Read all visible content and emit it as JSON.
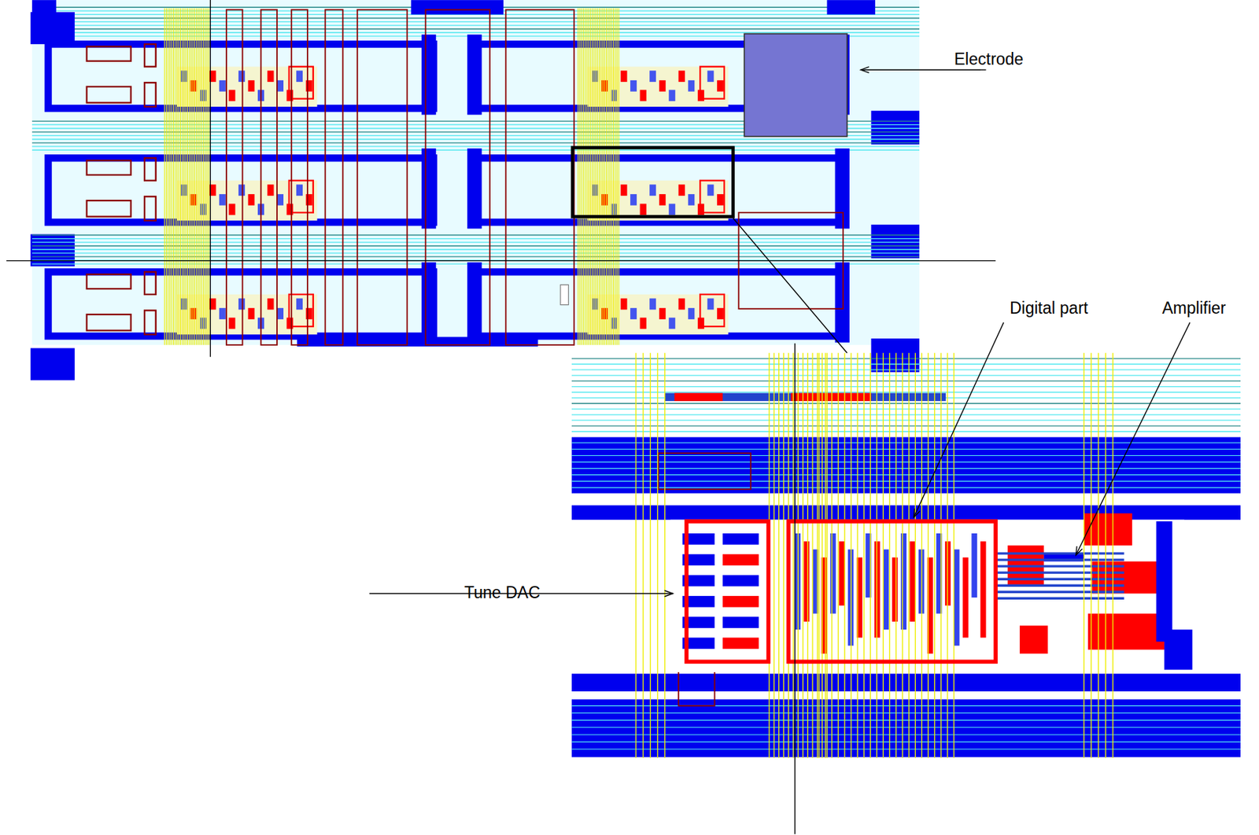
{
  "diagram": {
    "labels": [
      "Electrode",
      "Digital part",
      "Amplifier",
      "Tune DAC"
    ]
  }
}
